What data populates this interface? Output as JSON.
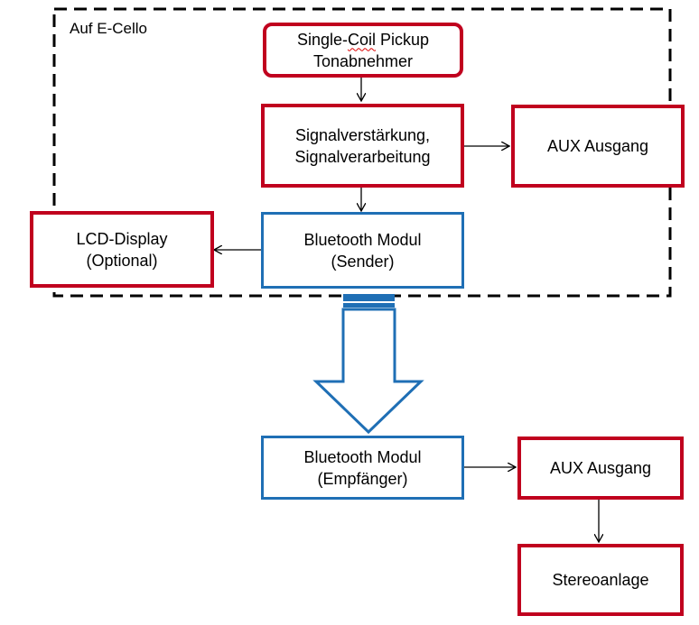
{
  "group": {
    "label": "Auf E-Cello"
  },
  "pickup": {
    "line1": "Single-Coil Pickup",
    "line1_a": "Single-",
    "line1_b": "Coil",
    "line1_c": " Pickup",
    "line2": "Tonabnehmer"
  },
  "signal": {
    "line1": "Signalverstärkung,",
    "line2": "Signalverarbeitung"
  },
  "aux_top": {
    "label": "AUX Ausgang"
  },
  "lcd": {
    "line1": "LCD-Display",
    "line2": "(Optional)"
  },
  "bt_sender": {
    "line1": "Bluetooth Modul",
    "line2": "(Sender)"
  },
  "bt_receiver": {
    "line1": "Bluetooth Modul",
    "line2": "(Empfänger)"
  },
  "aux_bottom": {
    "label": "AUX Ausgang"
  },
  "stereo": {
    "label": "Stereoanlage"
  },
  "colors": {
    "red_border": "#c0001e",
    "blue_border": "#1f6fb5",
    "dashed": "#000000"
  }
}
